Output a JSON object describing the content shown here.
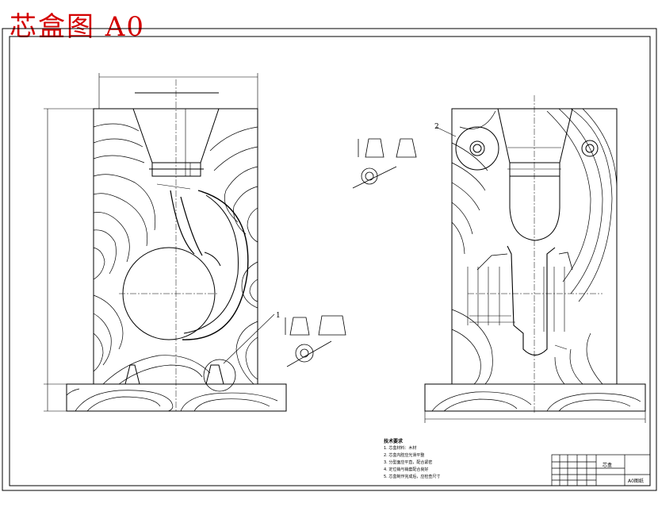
{
  "title": "芯盒图 A0",
  "callouts": [
    "1",
    "2"
  ],
  "title_block": {
    "name": "芯盒",
    "code": "A0图纸"
  },
  "notes": {
    "heading": "技术要求",
    "items": [
      "1. 芯盒材料：木材",
      "2. 芯盒内腔应光滑平整",
      "3. 分型面应平直，配合紧密",
      "4. 定位销与销套配合良好",
      "5. 芯盒制作完成后，应检查尺寸"
    ]
  }
}
